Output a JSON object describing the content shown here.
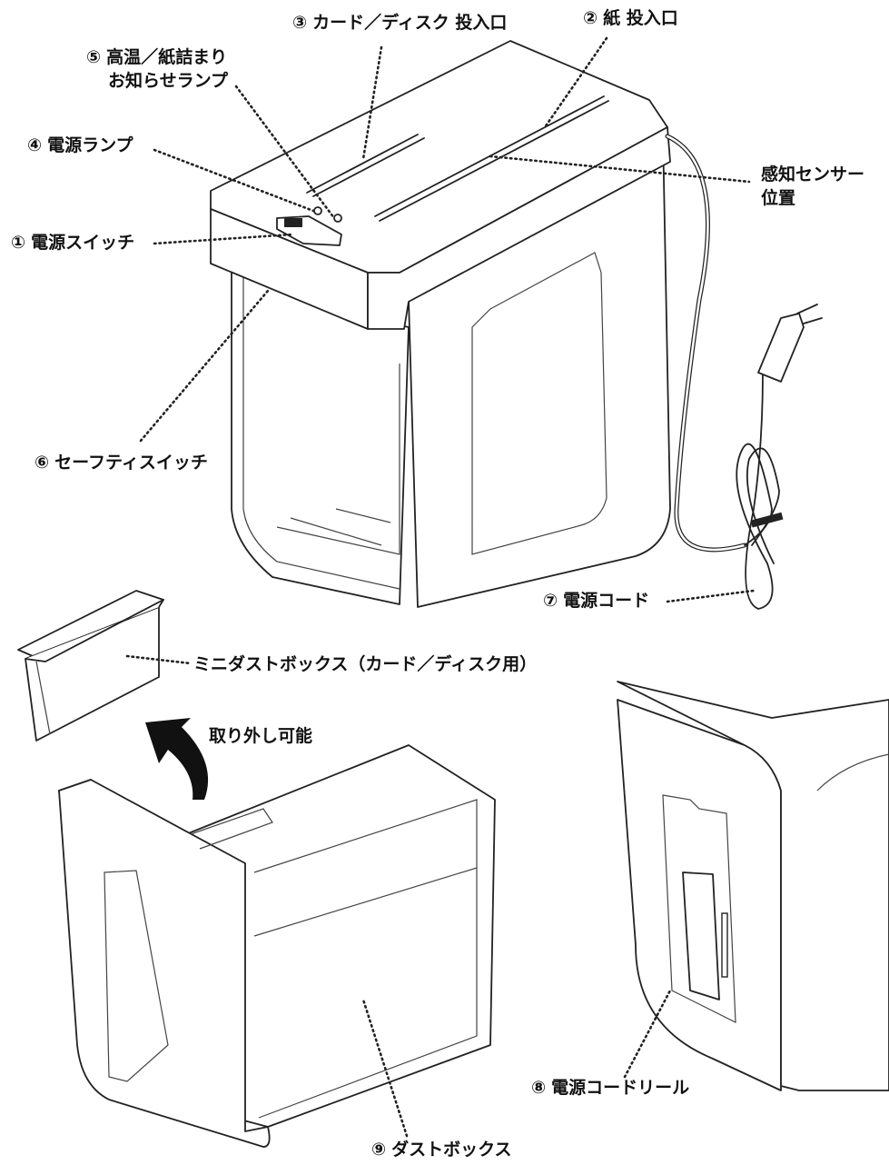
{
  "labels": {
    "card_slot": {
      "num": "③",
      "text": "カード／ディスク 投入口"
    },
    "paper_slot": {
      "num": "②",
      "text": "紙 投入口"
    },
    "temp_lamp": {
      "num": "⑤",
      "line1": "高温／紙詰まり",
      "line2": "お知らせランプ"
    },
    "power_lamp": {
      "num": "④",
      "text": "電源ランプ"
    },
    "sensor": {
      "line1": "感知センサー",
      "line2": "位置"
    },
    "power_switch": {
      "num": "①",
      "text": "電源スイッチ"
    },
    "safety_switch": {
      "num": "⑥",
      "text": "セーフティスイッチ"
    },
    "power_cord": {
      "num": "⑦",
      "text": "電源コード"
    },
    "mini_box": {
      "text": "ミニダストボックス（カード／ディスク用）"
    },
    "removable": {
      "text": "取り外し可能"
    },
    "cord_reel": {
      "num": "⑧",
      "text": "電源コードリール"
    },
    "dust_box": {
      "num": "⑨",
      "text": "ダストボックス"
    }
  }
}
